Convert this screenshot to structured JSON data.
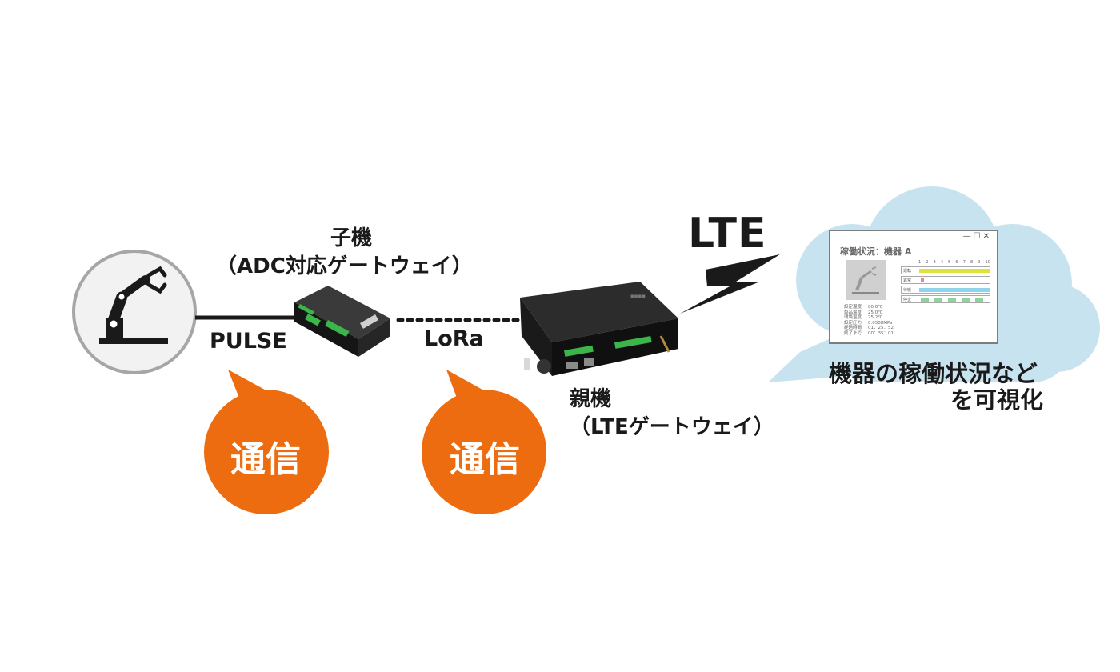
{
  "labels": {
    "child_title": "子機",
    "child_subtitle": "（ADC対応ゲートウェイ）",
    "pulse": "PULSE",
    "lora": "LoRa",
    "parent_title": "親機",
    "parent_subtitle": "（LTEゲートウェイ）",
    "lte": "LTE",
    "cloud_line1": "機器の稼働状況など",
    "cloud_line2": "を可視化"
  },
  "bubbles": [
    {
      "text": "通信"
    },
    {
      "text": "通信"
    }
  ],
  "dashboard": {
    "window_controls": "—☐✕",
    "title": "稼働状況：機器 A",
    "timeline_numbers": [
      "1",
      "2",
      "3",
      "4",
      "5",
      "6",
      "7",
      "8",
      "9",
      "10"
    ],
    "timeline_rows": [
      "運転",
      "異常",
      "待機",
      "停止"
    ],
    "params": [
      {
        "name": "設定温度",
        "value": "80.0℃"
      },
      {
        "name": "製品温度",
        "value": "25.0℃"
      },
      {
        "name": "環境温度",
        "value": "25.2℃"
      },
      {
        "name": "設定圧力",
        "value": "0.0508MPa"
      },
      {
        "name": "経過時間",
        "value": "01：25：52"
      },
      {
        "name": "終了まで",
        "value": "00：35：01"
      }
    ]
  },
  "colors": {
    "bubble": "#ec6c0f",
    "cloud": "#c7e3ef",
    "robot_circle_fill": "#f2f2f2",
    "robot_circle_stroke": "#a6a6a6",
    "device_body": "#1d1d1d",
    "terminal_green": "#3cb54a",
    "timeline_yellow": "#dde33a",
    "timeline_pink": "#ef7fb0",
    "timeline_blue": "#8fd4ef",
    "timeline_green": "#8fd39a"
  }
}
